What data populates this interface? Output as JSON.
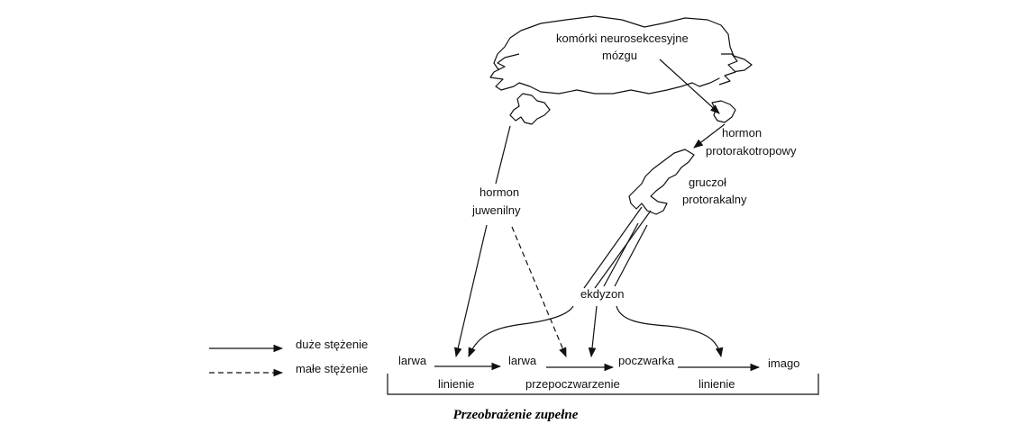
{
  "labels": {
    "brain_cells_line1": "komórki neurosekcesyjne",
    "brain_cells_line2": "mózgu",
    "hormone_pt_line1": "hormon",
    "hormone_pt_line2": "protorakotropowy",
    "gland_line1": "gruczoł",
    "gland_line2": "protorakalny",
    "juvenile_line1": "hormon",
    "juvenile_line2": "juwenilny",
    "ecdysone": "ekdyzon"
  },
  "stages": [
    "larwa",
    "larwa",
    "poczwarka",
    "imago"
  ],
  "transitions": [
    "linienie",
    "przepoczwarzenie",
    "linienie"
  ],
  "legend": {
    "high": "duże stężenie",
    "low": "małe stężenie"
  },
  "caption": "Przeobrażenie zupełne"
}
